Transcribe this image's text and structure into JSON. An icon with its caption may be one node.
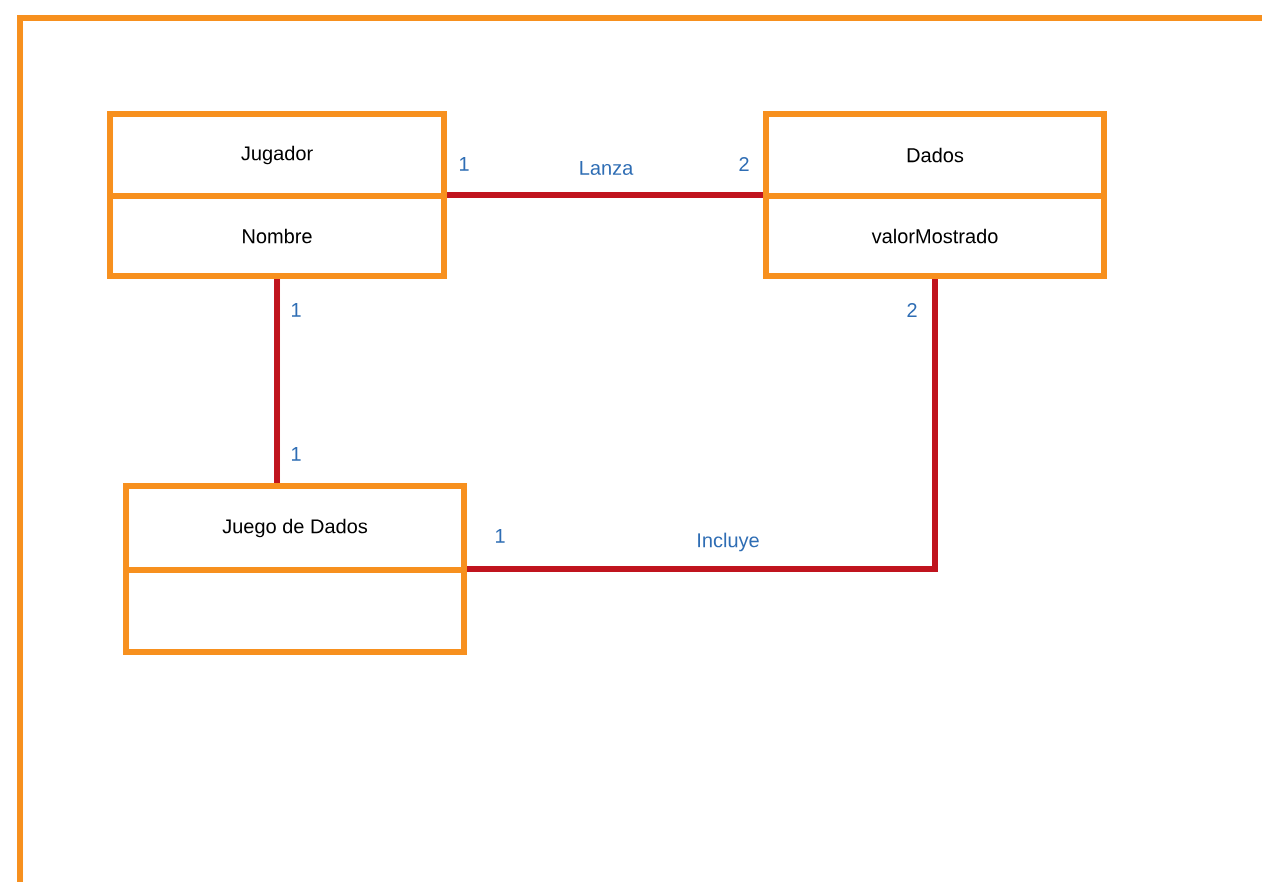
{
  "diagram": {
    "nodes": [
      {
        "text": [
          "Jugador",
          "Nombre"
        ]
      },
      {
        "text": [
          "Dados",
          "valorMostrado"
        ]
      },
      {
        "text": [
          "Juego de Dados"
        ]
      }
    ],
    "edges": [
      {
        "from": 0,
        "to": 1,
        "arrow": "none",
        "label": "Lanza"
      },
      {
        "from": 0,
        "to": 2,
        "arrow": "none"
      },
      {
        "from": 2,
        "to": 1,
        "arrow": "none",
        "label": "Incluye"
      }
    ],
    "labels": [
      "1",
      "2",
      "1",
      "2",
      "1",
      "1"
    ]
  }
}
